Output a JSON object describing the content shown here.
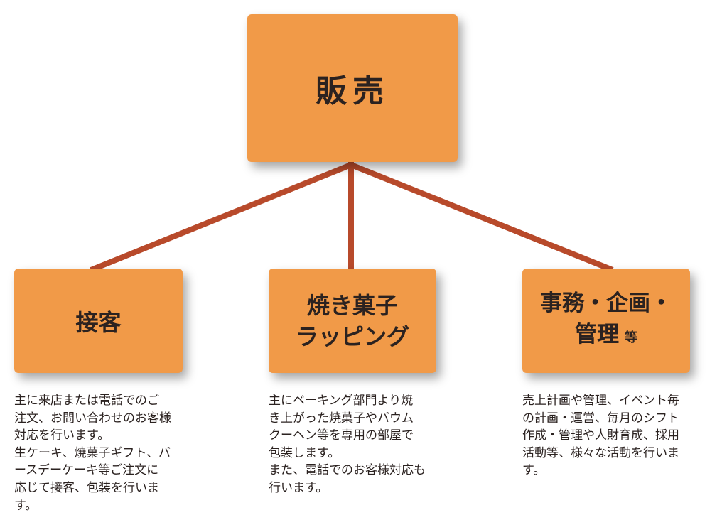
{
  "colors": {
    "box": "#f19a48",
    "connector": "#b84a2b",
    "text": "#2b2220"
  },
  "root": {
    "label": "販売"
  },
  "children": [
    {
      "label_lines": [
        "接客"
      ],
      "desc_lines": [
        "主に来店または電話でのご",
        "注文、お問い合わせのお客様",
        "対応を行います。",
        "生ケーキ、焼菓子ギフト、バ",
        "ースデーケーキ等ご注文に",
        "応じて接客、包装を行いま",
        "す。"
      ]
    },
    {
      "label_lines": [
        "焼き菓子",
        "ラッピング"
      ],
      "desc_lines": [
        "主にベーキング部門より焼",
        "き上がった焼菓子やバウム",
        "クーヘン等を専用の部屋で",
        "包装します。",
        "また、電話でのお客様対応も",
        "行います。"
      ]
    },
    {
      "label_lines": [
        "事務・企画・",
        "管理"
      ],
      "label_suffix": "等",
      "desc_lines": [
        "売上計画や管理、イベント毎",
        "の計画・運営、毎月のシフト",
        "作成・管理や人財育成、採用",
        "活動等、様々な活動を行いま",
        "す。"
      ]
    }
  ]
}
